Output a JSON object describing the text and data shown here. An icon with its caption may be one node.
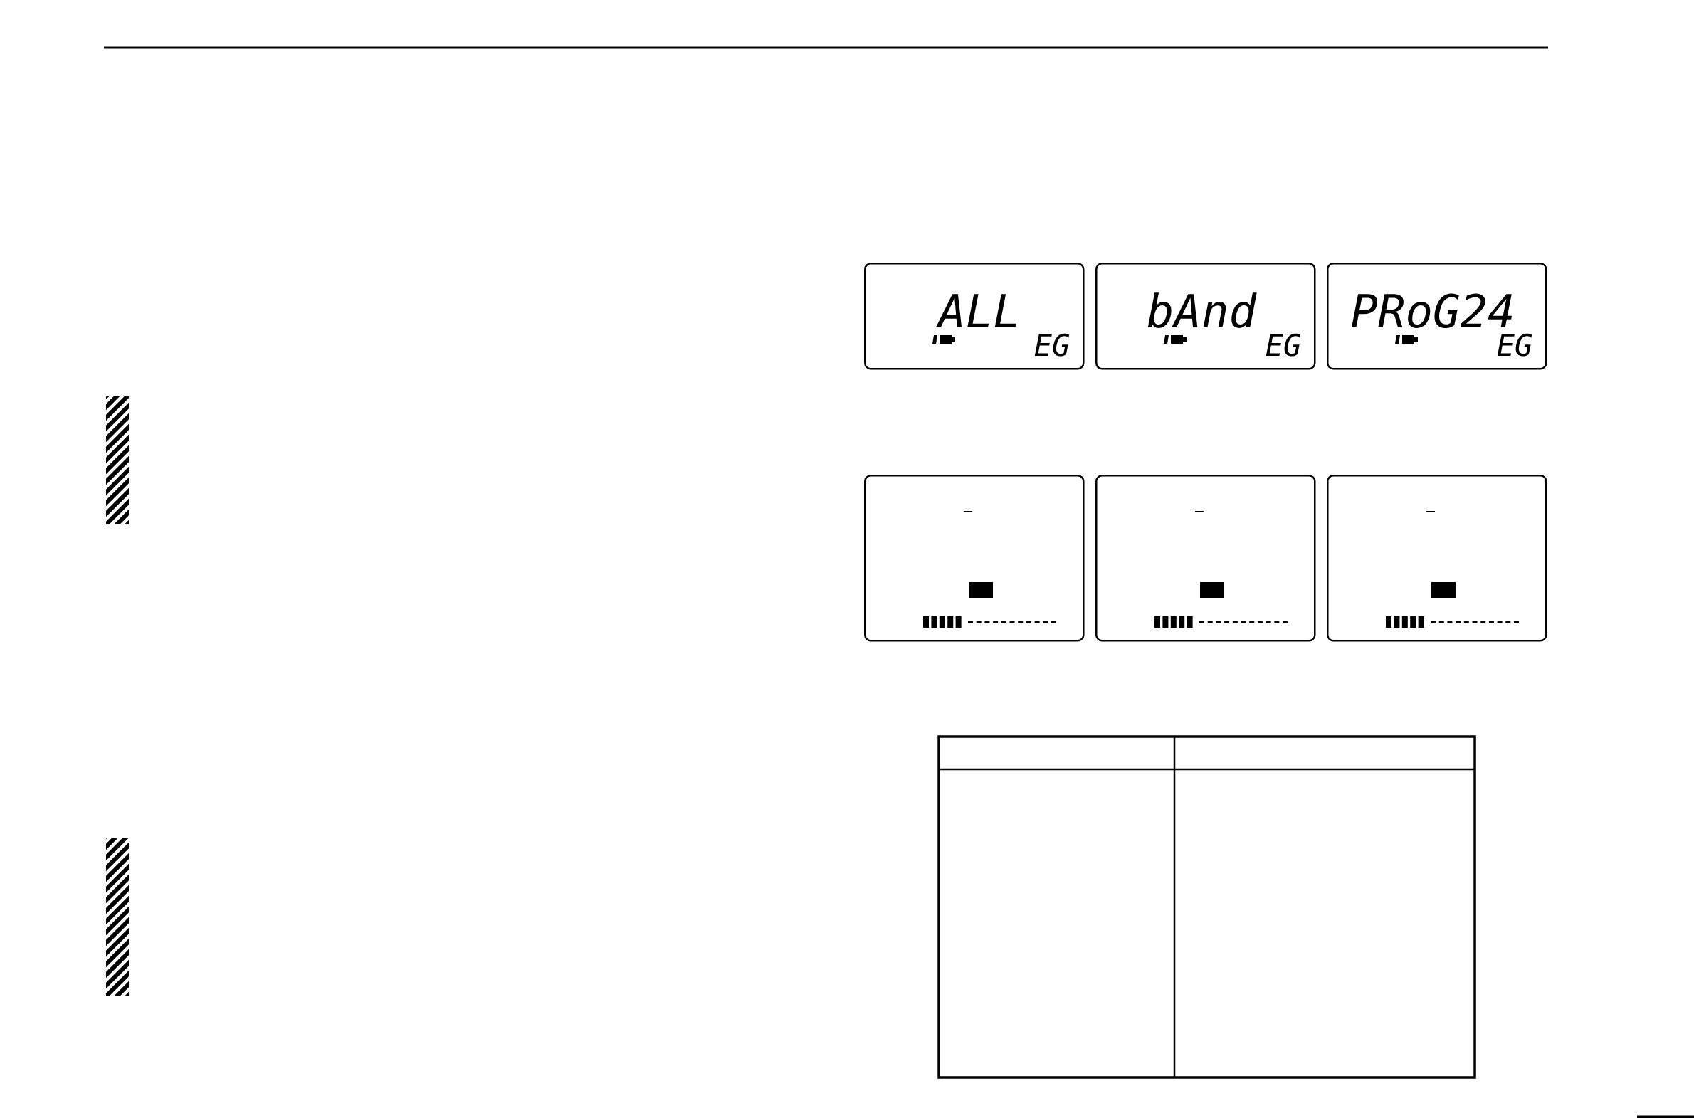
{
  "diagram": {
    "nodes": [
      {
        "text": [
          "ALL",
          "EG"
        ]
      },
      {
        "text": [
          "bAnd",
          "EG"
        ]
      },
      {
        "text": [
          "PRoG24",
          "EG"
        ]
      },
      {
        "text": [],
        "shape": "box"
      },
      {
        "text": [],
        "shape": "box"
      },
      {
        "text": [],
        "shape": "box"
      }
    ]
  }
}
